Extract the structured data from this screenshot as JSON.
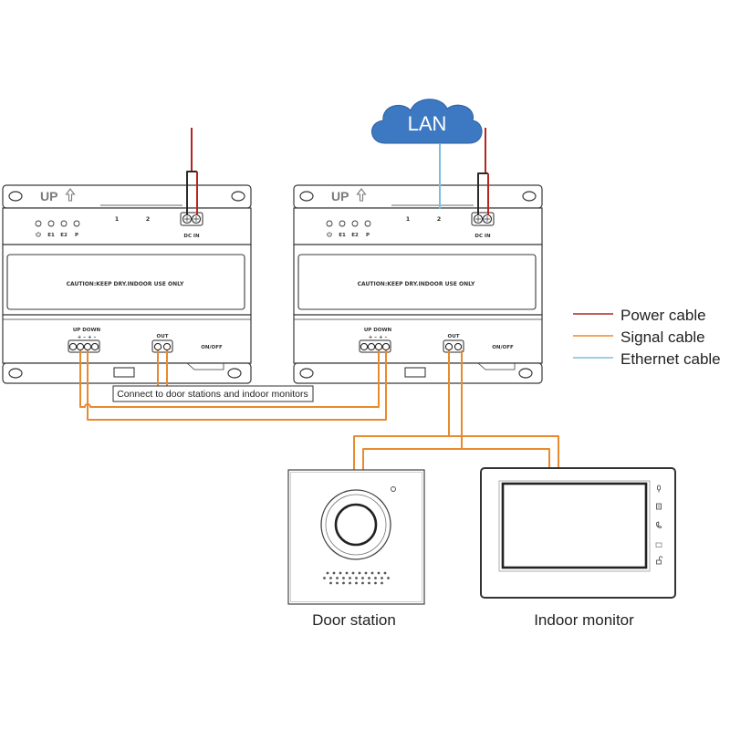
{
  "lan_label": "LAN",
  "modules": [
    {
      "up_label": "UP",
      "port_1": "1",
      "port_2": "2",
      "led_labels": [
        "E1",
        "E2",
        "P"
      ],
      "dc_in_label": "DC IN",
      "caution": "CAUTION:KEEP DRY.INDOOR USE ONLY",
      "updown_label": "UP DOWN",
      "polarity": "+ – + –",
      "out_label": "OUT",
      "switch_label": "ON/OFF"
    },
    {
      "up_label": "UP",
      "port_1": "1",
      "port_2": "2",
      "led_labels": [
        "E1",
        "E2",
        "P"
      ],
      "dc_in_label": "DC IN",
      "caution": "CAUTION:KEEP DRY.INDOOR USE ONLY",
      "updown_label": "UP DOWN",
      "polarity": "+ – + –",
      "out_label": "OUT",
      "switch_label": "ON/OFF"
    }
  ],
  "connect_note": "Connect to door stations and indoor monitors",
  "legend": [
    {
      "label": "Power cable",
      "color": "#b3271f"
    },
    {
      "label": "Signal cable",
      "color": "#e88a2e"
    },
    {
      "label": "Ethernet cable",
      "color": "#7dbde0"
    }
  ],
  "devices": {
    "door_station": "Door station",
    "indoor_monitor": "Indoor monitor"
  },
  "colors": {
    "power": "#b3271f",
    "signal": "#e88a2e",
    "ethernet": "#7dbde0",
    "cloud": "#3d78c2"
  }
}
